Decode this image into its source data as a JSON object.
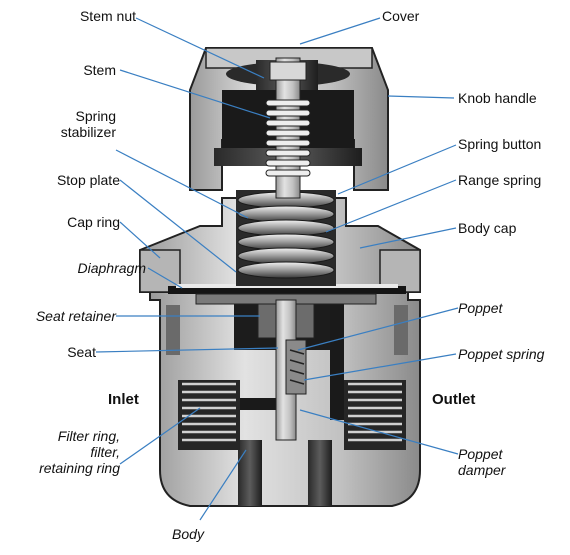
{
  "labels": {
    "cover": "Cover",
    "stem_nut": "Stem nut",
    "stem": "Stem",
    "spring_stabilizer": "Spring\nstabilizer",
    "stop_plate": "Stop plate",
    "cap_ring": "Cap ring",
    "diaphragm": "Diaphragm",
    "seat_retainer": "Seat retainer",
    "seat": "Seat",
    "inlet": "Inlet",
    "filter_ring": "Filter ring,\nfilter,\nretaining ring",
    "body": "Body",
    "knob_handle": "Knob handle",
    "spring_button": "Spring button",
    "range_spring": "Range spring",
    "body_cap": "Body cap",
    "poppet": "Poppet",
    "poppet_spring": "Poppet spring",
    "outlet": "Outlet",
    "poppet_damper": "Poppet\ndamper"
  },
  "colors": {
    "metal_light": "#d4d4d4",
    "metal_mid": "#a9a9a9",
    "metal_dark": "#5a5a5a",
    "black": "#141414",
    "leader": "#3a7fc2"
  }
}
